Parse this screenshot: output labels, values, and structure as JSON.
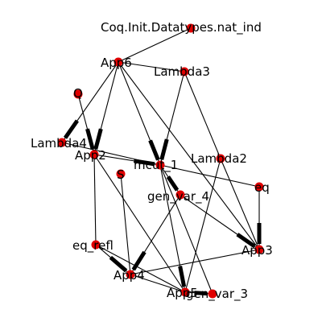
{
  "graph": {
    "node_color": "#e00000",
    "edge_color": "#000000",
    "nodes": [
      {
        "id": "coq",
        "label": "Coq.Init.Datatypes.nat_ind"
      },
      {
        "id": "app6",
        "label": "App6"
      },
      {
        "id": "lambda3",
        "label": "Lambda3"
      },
      {
        "id": "q",
        "label": "Q"
      },
      {
        "id": "lambda4",
        "label": "Lambda4"
      },
      {
        "id": "app2",
        "label": "App2"
      },
      {
        "id": "mcut1",
        "label": "mcut_1"
      },
      {
        "id": "lambda2",
        "label": "Lambda2"
      },
      {
        "id": "s",
        "label": "S"
      },
      {
        "id": "genvar4",
        "label": "gen_var_4"
      },
      {
        "id": "eq",
        "label": "eq"
      },
      {
        "id": "eqrefl",
        "label": "eq_refl"
      },
      {
        "id": "app3",
        "label": "App3"
      },
      {
        "id": "app4",
        "label": "App4"
      },
      {
        "id": "app5",
        "label": "App5"
      },
      {
        "id": "genvar3",
        "label": "gen_var_3"
      }
    ],
    "edges": [
      {
        "source": "coq",
        "target": "app6",
        "weight": "thin"
      },
      {
        "source": "app6",
        "target": "lambda3",
        "weight": "thin"
      },
      {
        "source": "app6",
        "target": "lambda4",
        "weight": "thick"
      },
      {
        "source": "app6",
        "target": "app2",
        "weight": "thick"
      },
      {
        "source": "app6",
        "target": "mcut1",
        "weight": "thick"
      },
      {
        "source": "app6",
        "target": "app3",
        "weight": "thin"
      },
      {
        "source": "lambda3",
        "target": "mcut1",
        "weight": "thick"
      },
      {
        "source": "lambda3",
        "target": "lambda2",
        "weight": "thin"
      },
      {
        "source": "q",
        "target": "app2",
        "weight": "thick"
      },
      {
        "source": "lambda4",
        "target": "mcut1",
        "weight": "thin"
      },
      {
        "source": "app2",
        "target": "mcut1",
        "weight": "thick"
      },
      {
        "source": "app2",
        "target": "eqrefl",
        "weight": "thin"
      },
      {
        "source": "app2",
        "target": "app5",
        "weight": "thin"
      },
      {
        "source": "mcut1",
        "target": "eq",
        "weight": "thin"
      },
      {
        "source": "mcut1",
        "target": "genvar4",
        "weight": "thick"
      },
      {
        "source": "mcut1",
        "target": "app5",
        "weight": "thick"
      },
      {
        "source": "mcut1",
        "target": "genvar3",
        "weight": "thin"
      },
      {
        "source": "lambda2",
        "target": "app5",
        "weight": "thin"
      },
      {
        "source": "lambda2",
        "target": "app3",
        "weight": "thin"
      },
      {
        "source": "s",
        "target": "app4",
        "weight": "thin"
      },
      {
        "source": "genvar4",
        "target": "app3",
        "weight": "thick"
      },
      {
        "source": "genvar4",
        "target": "app4",
        "weight": "thick"
      },
      {
        "source": "eq",
        "target": "app3",
        "weight": "thick"
      },
      {
        "source": "app3",
        "target": "app4",
        "weight": "thin"
      },
      {
        "source": "eqrefl",
        "target": "app4",
        "weight": "thick"
      },
      {
        "source": "app4",
        "target": "app5",
        "weight": "thin"
      },
      {
        "source": "app5",
        "target": "genvar3",
        "weight": "thick"
      },
      {
        "source": "app5",
        "target": "eqrefl",
        "weight": "thin"
      }
    ]
  }
}
